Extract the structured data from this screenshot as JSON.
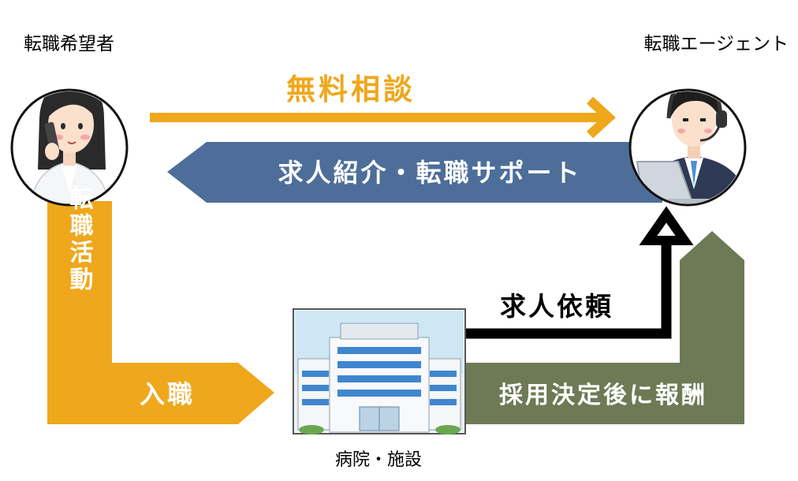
{
  "labels": {
    "job_seeker": "転職希望者",
    "agent": "転職エージェント",
    "free_consultation": "無料相談",
    "job_intro_support": "求人紹介・転職サポート",
    "job_activity": "転職活動",
    "joining": "入職",
    "job_request": "求人依頼",
    "reward_after_hire": "採用決定後に報酬",
    "hospital_facility": "病院・施設"
  },
  "colors": {
    "free_consultation_arrow": "#EFA71C",
    "job_intro_arrow": "#4D6E99",
    "job_activity_arrow": "#EFA71C",
    "job_request_arrow": "#000000",
    "reward_arrow": "#6E7A55",
    "label_orange": "#EFA71C",
    "label_white": "#FFFFFF",
    "label_black": "#000000"
  },
  "icons": {
    "seeker_avatar": "woman-on-phone-icon",
    "agent_avatar": "man-with-headset-laptop-icon",
    "hospital_image": "hospital-building-icon"
  }
}
